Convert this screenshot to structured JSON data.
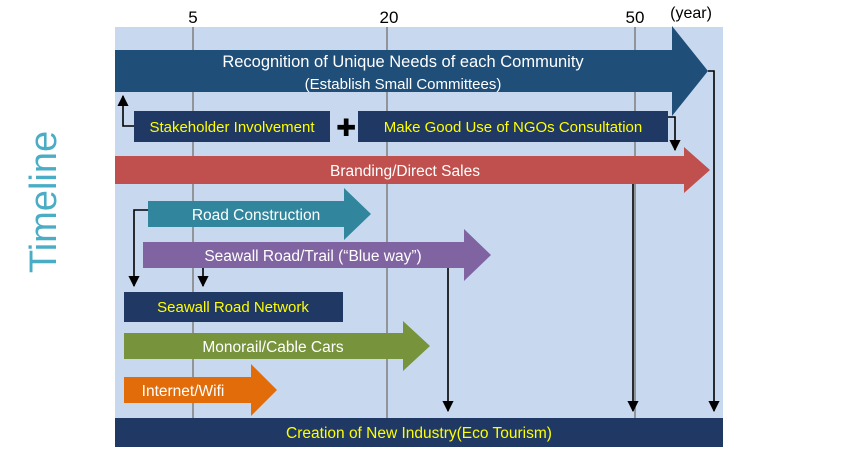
{
  "side_title": "Timeline",
  "axis": {
    "ticks": [
      "5",
      "20",
      "50"
    ],
    "unit": "(year)"
  },
  "items": {
    "recognition_line1": "Recognition of Unique Needs of each Community",
    "recognition_line2": "(Establish Small Committees)",
    "stakeholder": "Stakeholder Involvement",
    "plus_symbol": "✚",
    "ngo": "Make Good Use of NGOs Consultation",
    "branding": "Branding/Direct Sales",
    "road_construction": "Road Construction",
    "seawall_trail": "Seawall Road/Trail (“Blue way”)",
    "seawall_network": "Seawall Road Network",
    "monorail": "Monorail/Cable Cars",
    "internet": "Internet/Wifi",
    "creation": "Creation of New Industry(Eco Tourism)"
  },
  "colors": {
    "background_panel": "#c8d9ef",
    "gridline": "#7f7f7f",
    "navy": "#1f3864",
    "dark_blue_arrow": "#1f4e79",
    "red_arrow": "#c0504d",
    "teal_arrow": "#31859c",
    "purple_arrow": "#8064a2",
    "green_arrow": "#77933c",
    "orange_arrow": "#e36c0a",
    "yellow_text": "#ffff00",
    "white_text": "#ffffff",
    "title_color": "#4bacc6"
  }
}
